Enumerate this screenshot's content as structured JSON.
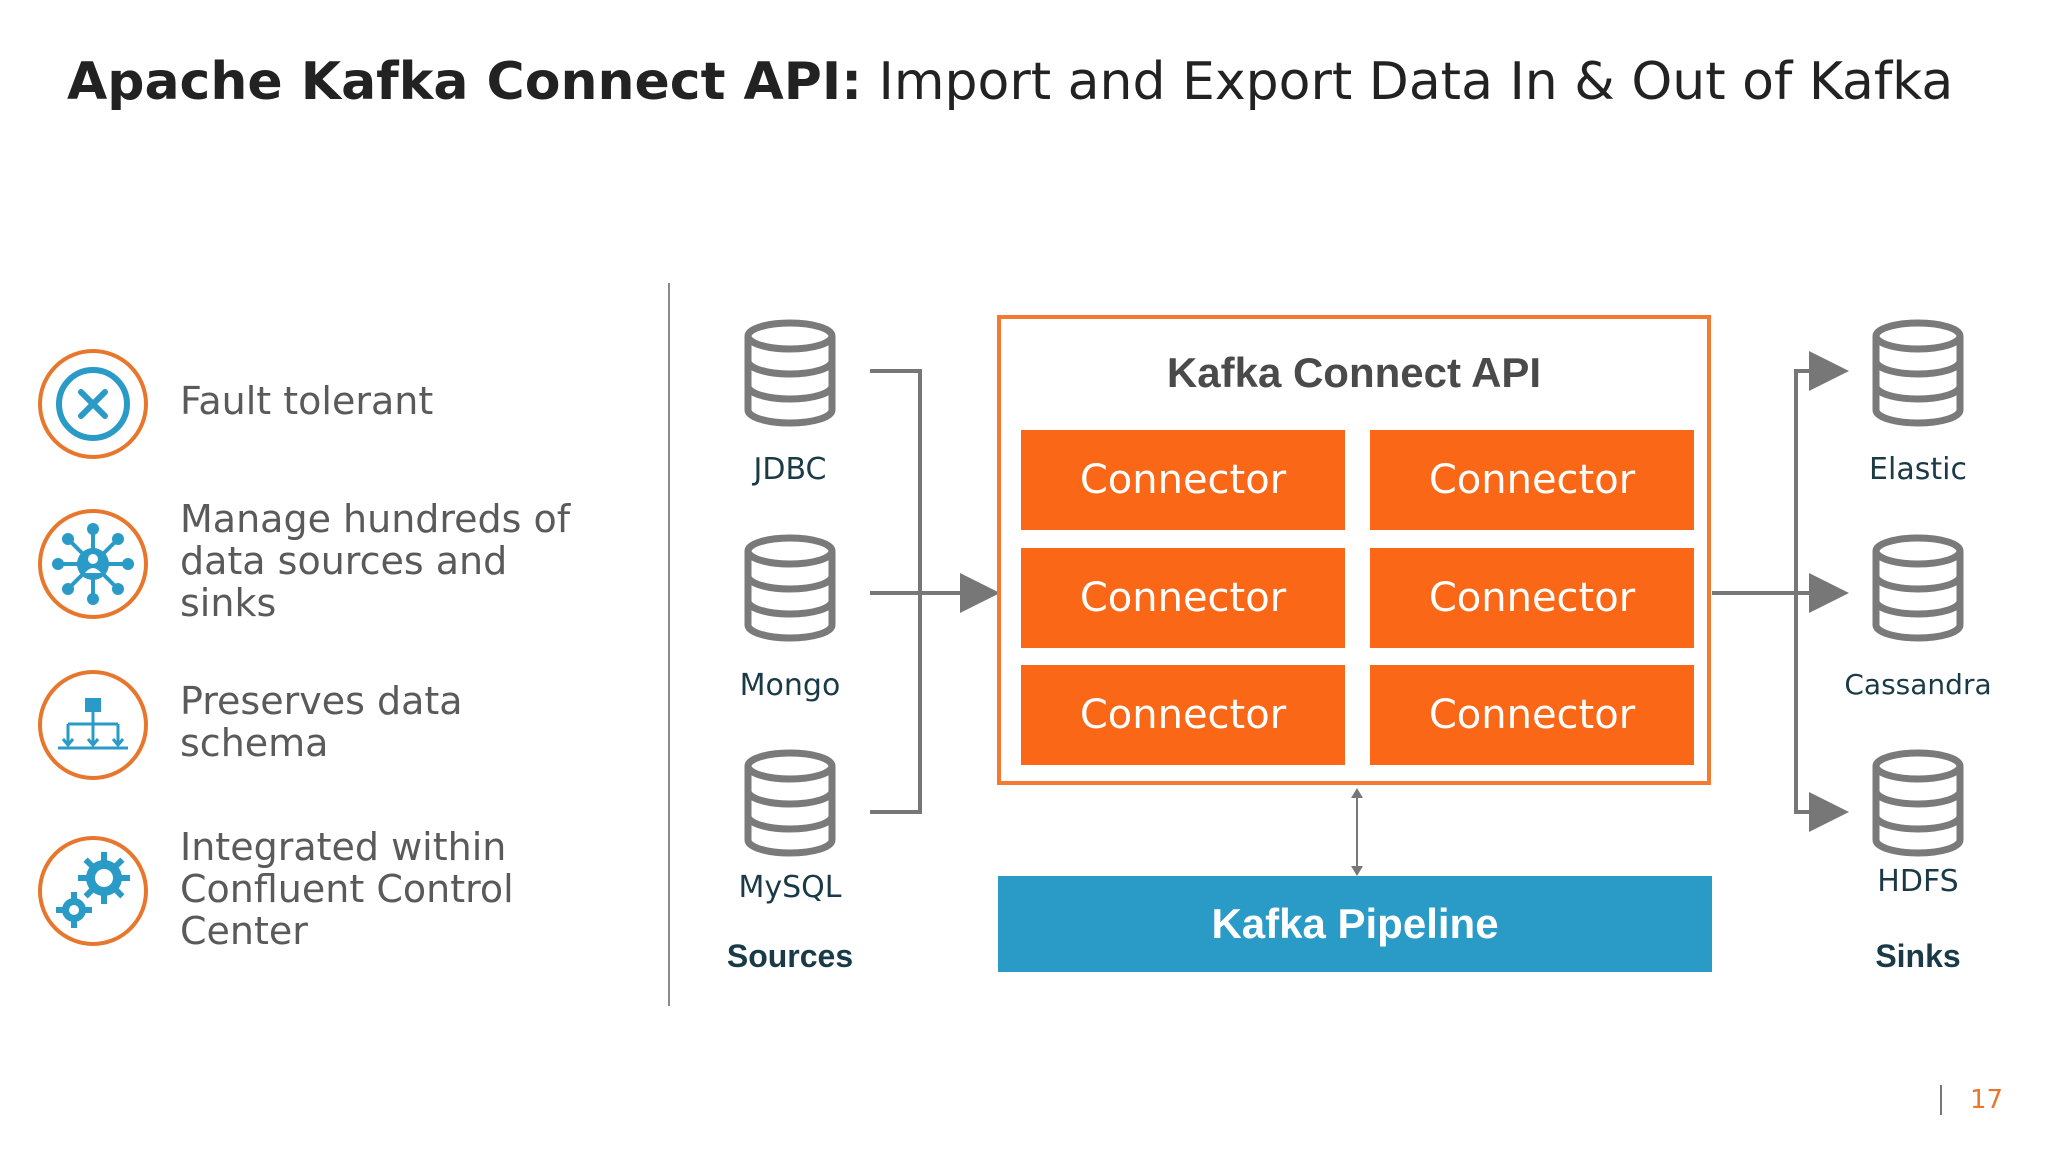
{
  "title": {
    "bold": "Apache Kafka Connect API:",
    "rest": " Import and Export Data In & Out of Kafka"
  },
  "features": [
    {
      "icon": "x-circle-icon",
      "text": "Fault tolerant"
    },
    {
      "icon": "network-hub-icon",
      "text": "Manage hundreds of data sources and sinks"
    },
    {
      "icon": "schema-tree-icon",
      "text": "Preserves data schema"
    },
    {
      "icon": "gears-icon",
      "text": "Integrated within Confluent Control Center"
    }
  ],
  "sources": {
    "label": "Sources",
    "items": [
      "JDBC",
      "Mongo",
      "MySQL"
    ]
  },
  "sinks": {
    "label": "Sinks",
    "items": [
      "Elastic",
      "Cassandra",
      "HDFS"
    ]
  },
  "api": {
    "title": "Kafka Connect API",
    "connectors": [
      "Connector",
      "Connector",
      "Connector",
      "Connector",
      "Connector",
      "Connector"
    ]
  },
  "pipeline": {
    "label": "Kafka Pipeline"
  },
  "page_number": "17",
  "colors": {
    "orange": "#f96717",
    "orange_border": "#f47a31",
    "blue": "#2a9ac7",
    "icon_blue": "#2a9ac7",
    "db_gray": "#7a7a7a"
  }
}
